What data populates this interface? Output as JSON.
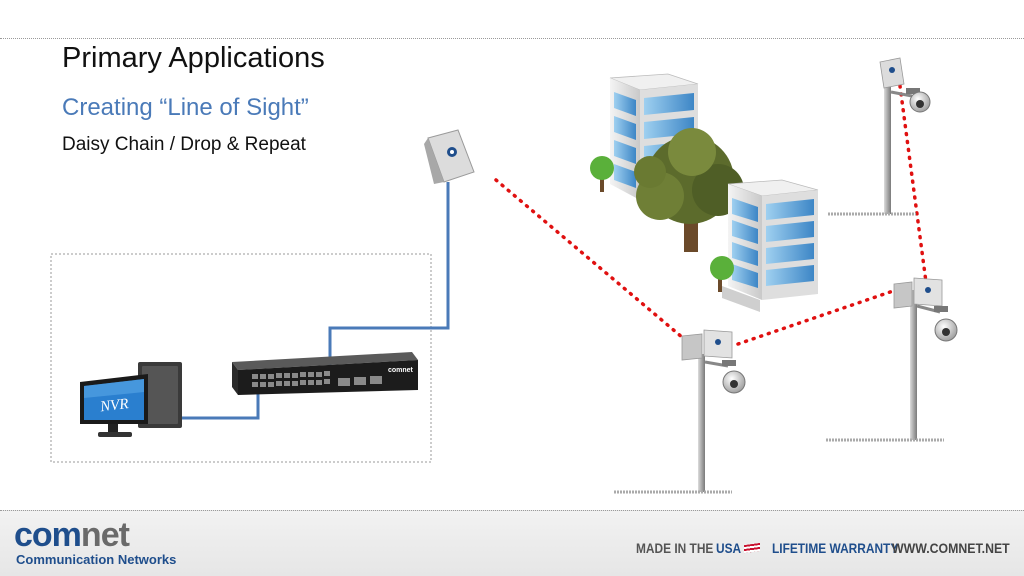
{
  "slide": {
    "title": "Primary Applications",
    "subtitle": "Creating “Line of Sight”",
    "subsubtitle": "Daisy Chain / Drop & Repeat"
  },
  "diagram": {
    "nvr_label": "NVR",
    "switch_brand": "comnet",
    "colors": {
      "cable": "#4a7ab8",
      "wireless_link": "#e01010",
      "building_glass": "#5ea8dc"
    }
  },
  "footer": {
    "logo_com": "com",
    "logo_net": "net",
    "logo_subtitle": "Communication Networks",
    "made_in": "MADE IN THE",
    "usa": "USA",
    "warranty": "LIFETIME WARRANTY",
    "website": "WWW.COMNET.NET"
  }
}
